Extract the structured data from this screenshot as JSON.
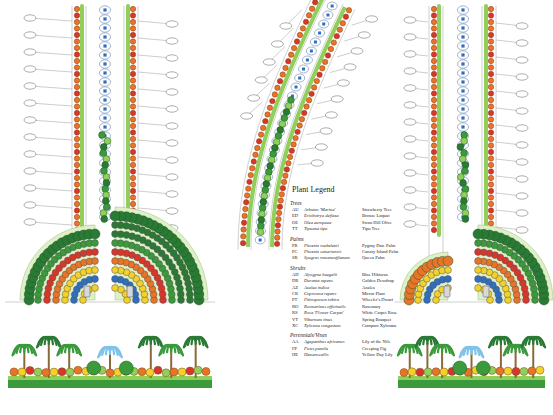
{
  "diagram": {
    "title": "Plant Legend",
    "labels": [
      "Trees",
      "AU",
      "Strawberry Tree",
      "ED",
      "Bronze Loquat",
      "OE",
      "Swan Hill Olive",
      "TT",
      "Tipu Tree",
      "Palms",
      "PR",
      "Pygmy Date Palm",
      "PC",
      "Canary Island Palm",
      "SR",
      "Queen Palm",
      "Shrubs",
      "AH",
      "Blue Hibiscus",
      "DR",
      "Golden Dewdrop",
      "AZ",
      "Azalea",
      "CR",
      "Mirror Plant",
      "PT",
      "Wheeler's Dwarf",
      "RO",
      "Rosemary",
      "RS",
      "White Carpet Rose",
      "VT",
      "Spring Bouquet",
      "XC",
      "Compact Xylosma",
      "Perennials/Vines",
      "AA",
      "Lily of the Nile",
      "FP",
      "Creeping Fig",
      "HE",
      "Yellow Day Lily"
    ],
    "legend": [
      {
        "text": "Arbutus 'Marina'"
      },
      {
        "text": "Eriobotrya deflexa"
      },
      {
        "text": "Olea europaea"
      },
      {
        "text": "Tipuana tipu"
      },
      {
        "text": "Phoenix roebelenii"
      },
      {
        "text": "Phoenix canariensis"
      },
      {
        "text": "Syagrus romanzoffianum"
      },
      {
        "text": "Alyogyne huegelii"
      },
      {
        "text": "Duranta repens"
      },
      {
        "text": "Azalea indica"
      },
      {
        "text": "Coprosma repens"
      },
      {
        "text": "Pittosporum tobira"
      },
      {
        "text": "Rosmarinus officinalis"
      },
      {
        "text": "Rosa 'Flower Carpet'"
      },
      {
        "text": "Viburnum tinus"
      },
      {
        "text": "Xylosma congestum"
      },
      {
        "text": "Agapanthus africanus"
      },
      {
        "text": "Ficus pumila"
      },
      {
        "text": "Hemerocallis"
      }
    ]
  }
}
